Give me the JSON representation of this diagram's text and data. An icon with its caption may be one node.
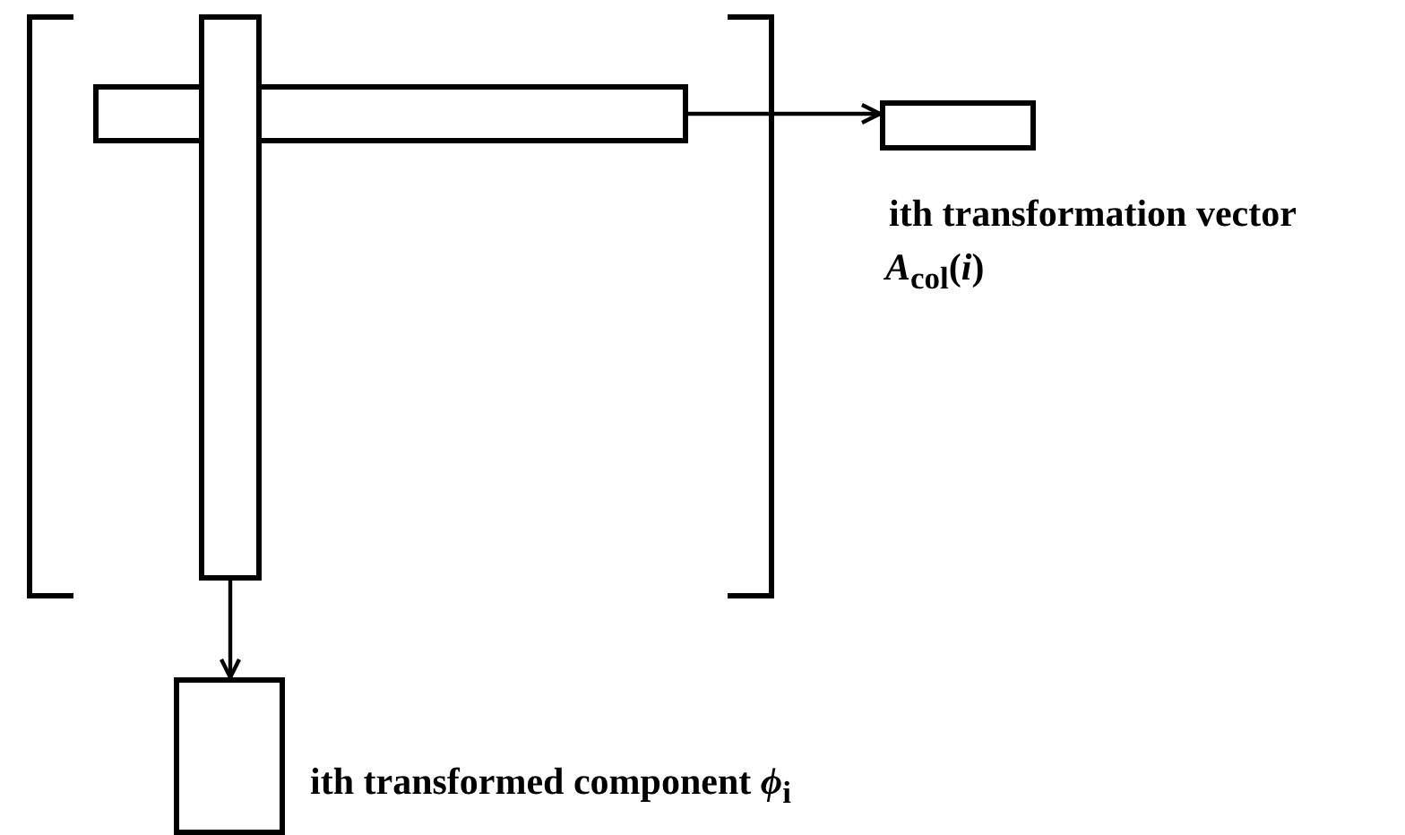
{
  "diagram": {
    "nodes": [
      {
        "text": [],
        "shape": "matrix"
      },
      {
        "text": [],
        "shape": "bar",
        "in": 0
      },
      {
        "text": [],
        "shape": "bar",
        "in": 0
      },
      {
        "text": [],
        "shape": "box",
        "beside": [
          "ith transformation vector",
          "*A*$_{col}$(*i*)"
        ]
      },
      {
        "text": [],
        "shape": "box",
        "beside": [
          "ith transformed component  *ϕ*$_{i}$"
        ]
      }
    ],
    "edges": [
      {
        "from": 1,
        "to": 3,
        "arrow": "to"
      },
      {
        "from": 2,
        "to": 4,
        "arrow": "to"
      }
    ]
  }
}
